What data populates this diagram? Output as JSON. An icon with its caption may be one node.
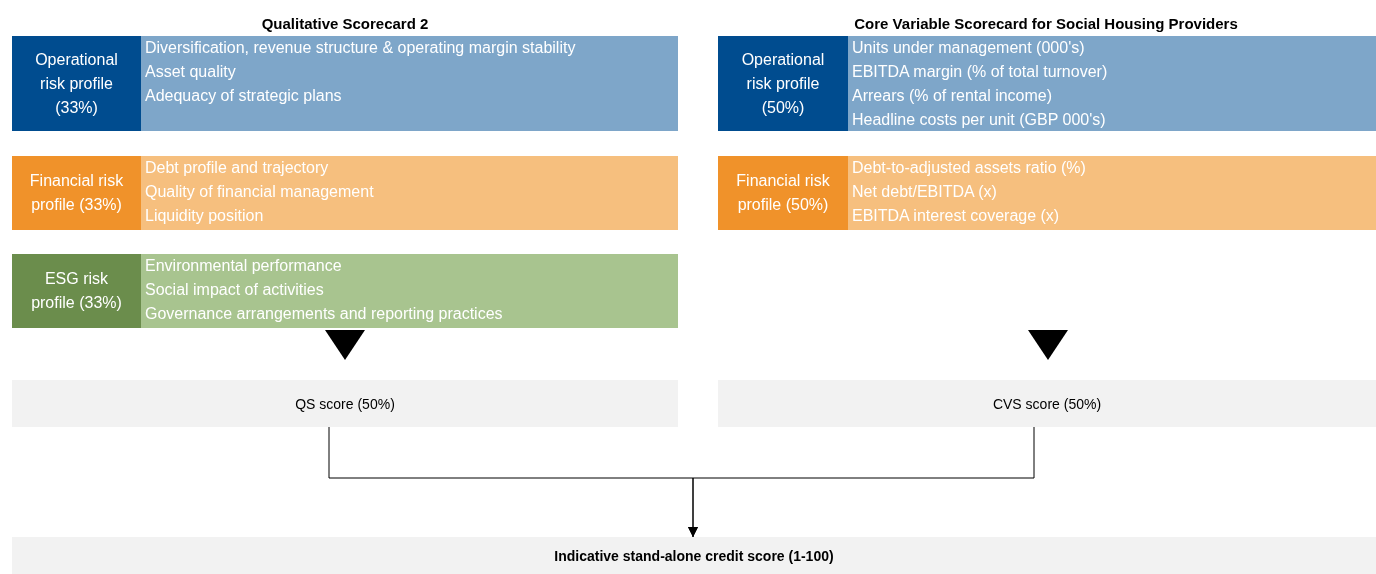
{
  "diagram": {
    "nodes": [
      {
        "text": [
          "Operational risk profile (33%)",
          "Diversification, revenue structure & operating margin stability",
          "Asset quality",
          "Adequacy of strategic plans"
        ]
      },
      {
        "text": [
          "Operational risk profile (50%)",
          "Units under management (000's)",
          "EBITDA margin (% of total turnover)",
          "Arrears (% of rental income)",
          "Headline costs per unit (GBP 000's)"
        ]
      },
      {
        "text": [
          "Financial risk profile (33%)",
          "Debt profile and trajectory",
          "Quality of financial management",
          "Liquidity position"
        ]
      },
      {
        "text": [
          "Financial risk profile (50%)",
          "Debt-to-adjusted assets ratio (%)",
          "Net debt/EBITDA (x)",
          "EBITDA interest coverage (x)"
        ]
      },
      {
        "text": [
          "ESG risk profile  (33%)",
          "Environmental performance",
          "Social impact of activities",
          "Governance arrangements and reporting practices"
        ]
      },
      {
        "text": [
          "QS score (50%)"
        ]
      },
      {
        "text": [
          "CVS score (50%)"
        ]
      },
      {
        "text": [
          "Indicative stand-alone credit score (1-100)"
        ]
      }
    ],
    "edges": [
      {
        "from": 4,
        "to": 5,
        "arrow": "to"
      },
      {
        "from": 3,
        "to": 6,
        "arrow": "to"
      },
      {
        "from": 5,
        "to": 7,
        "arrow": "to"
      },
      {
        "from": 6,
        "to": 7,
        "arrow": "to"
      }
    ],
    "labels": [
      "Qualitative Scorecard 2",
      "Core Variable Scorecard for Social Housing Providers"
    ]
  }
}
